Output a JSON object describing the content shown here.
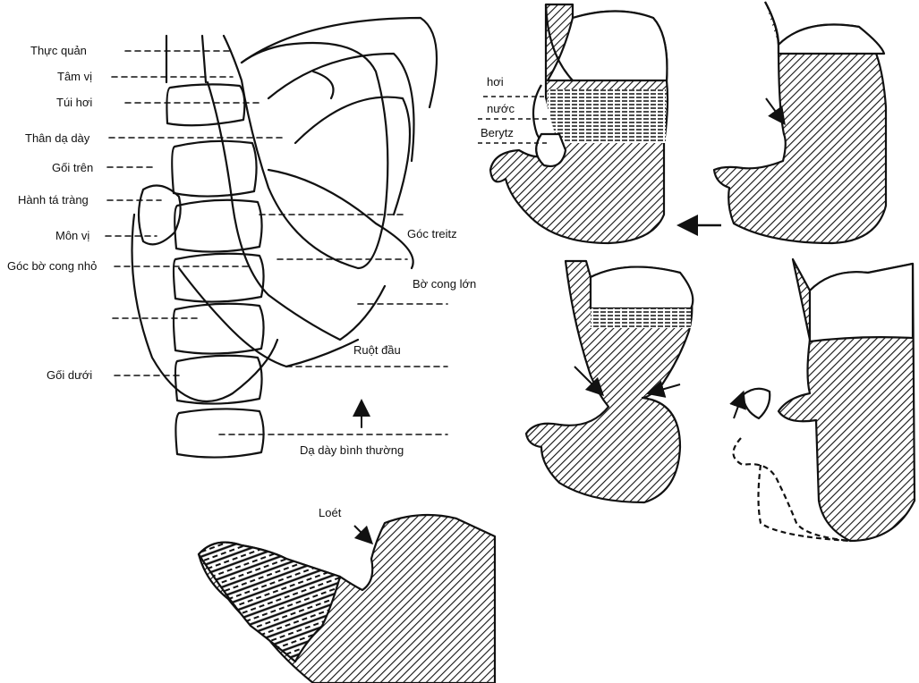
{
  "labels": {
    "thuc_quan": "Thực quản",
    "tam_vi": "Tâm vị",
    "tui_hoi": "Túi hơi",
    "than_da_day": "Thân dạ dày",
    "goi_tren": "Gối trên",
    "hanh_ta_trang": "Hành tá tràng",
    "mon_vi": "Môn vị",
    "goc_bo_cong_nho": "Góc bờ cong nhỏ",
    "goi_duoi": "Gối dưới",
    "goc_treitz": "Góc treitz",
    "bo_cong_lon": "Bờ cong lớn",
    "ruot_dau": "Ruột đầu",
    "da_day_binh_thuong": "Dạ dày bình thường",
    "hoi": "hơi",
    "nuoc": "nước",
    "berytz": "Berytz",
    "loet": "Loét"
  },
  "colors": {
    "ink": "#111111",
    "paper": "#ffffff"
  }
}
